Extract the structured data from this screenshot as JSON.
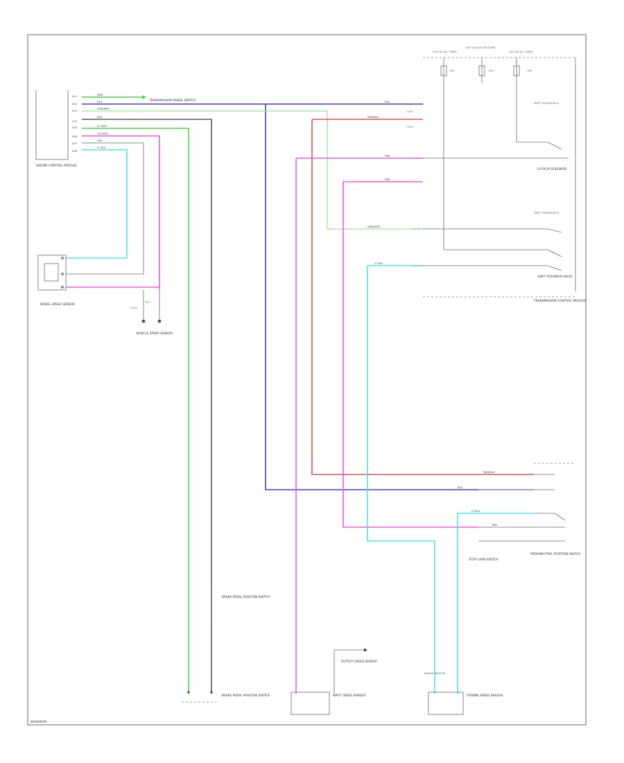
{
  "diagram": {
    "page_code": "W0000000",
    "colors": {
      "green": "#44d444",
      "blue": "#3b3bd9",
      "light_green": "#a9e8a9",
      "gray": "#555555",
      "red": "#d9534f",
      "pink": "#f055e6",
      "cyan": "#44e8e8"
    },
    "labels": {
      "bcm_block": "ENGINE CONTROL MODULE",
      "sensor_top": "WHEEL SPEED SENSOR",
      "wire_note": "TRANSMISSION RANGE SWITCH",
      "ground_left": "G101",
      "ground_left_pins": "B  C",
      "ground_left_name": "VEHICLE SPEED SENSOR",
      "relay_box": "TRANSMISSION CONTROL MODULE",
      "relay_box_sub": "SHIFT SOLENOID VALVE",
      "fuse_1": "HOT AT ALL TIMES",
      "fuse_2": "HOT IN RUN OR START",
      "fuse_3": "HOT AT ALL TIMES",
      "fuse_1_val": "10A",
      "fuse_2_val": "15A",
      "fuse_3_val": "10A",
      "connector_a": "C201",
      "connector_b": "C202",
      "sw_upper": "SHIFT SOLENOID A",
      "sw_lower": "SHIFT SOLENOID B",
      "sw_mid_note": "LOCK-UP SOLENOID",
      "park_sw": "PARK/NEUTRAL POSITION SWITCH",
      "left_bottom_sensor": "BRAKE PEDAL POSITION SWITCH",
      "mid_bottom_sensor": "INPUT SPEED SENSOR",
      "mid_bottom_top": "OUTPUT SPEED SENSOR",
      "right_bottom_sensor": "TURBINE SPEED SENSOR",
      "right_bottom_top": "RANGE SENSOR",
      "left_mid": "STOP LAMP SWITCH"
    }
  }
}
